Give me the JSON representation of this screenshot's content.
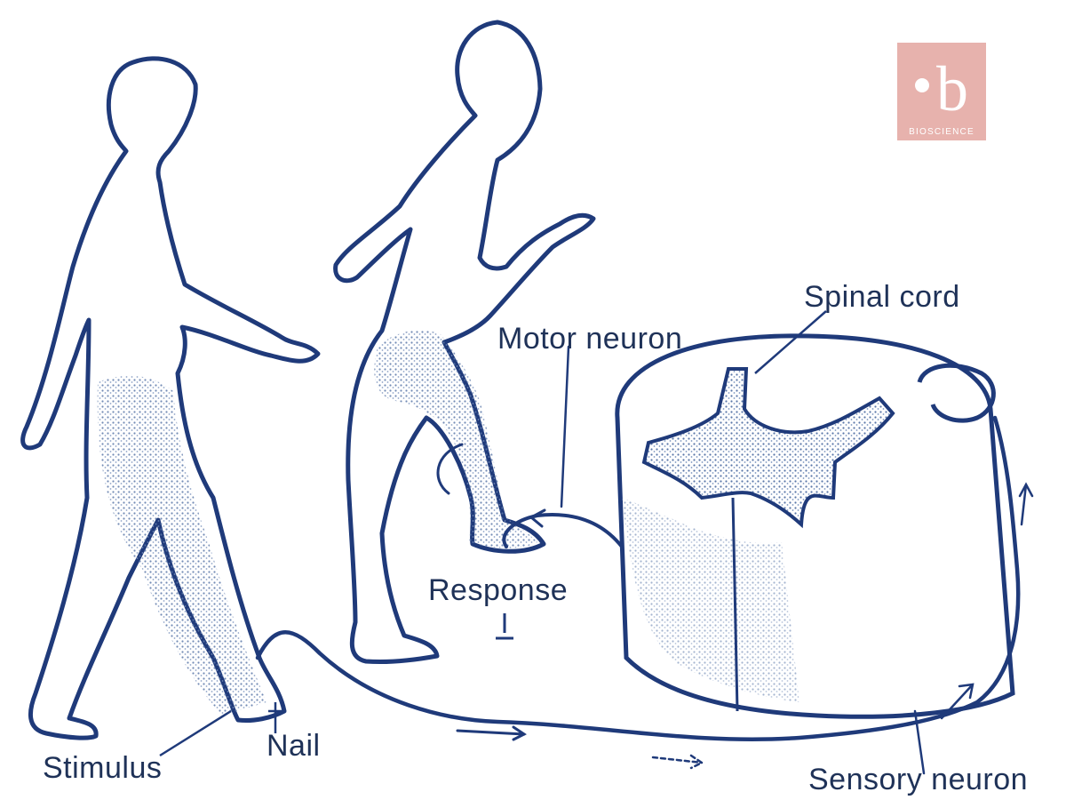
{
  "labels": {
    "spinal_cord": "Spinal cord",
    "motor_neuron": "Motor neuron",
    "response": "Response",
    "stimulus": "Stimulus",
    "nail": "Nail",
    "sensory_neuron": "Sensory neuron"
  },
  "logo": {
    "wordmark": "BIOSCIENCE",
    "mark_letter": "b"
  },
  "colors": {
    "ink": "#1f3a7a",
    "stipple": "#5a77a8",
    "logo_bg": "#e7b2ad",
    "label_text": "#1f3258"
  }
}
